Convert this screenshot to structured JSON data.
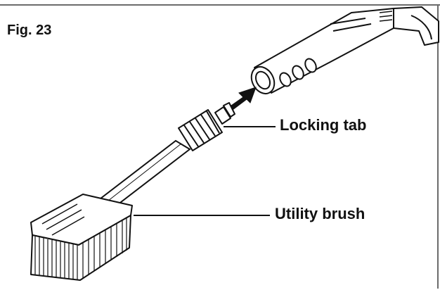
{
  "figure": {
    "label": "Fig. 23"
  },
  "callouts": {
    "locking_tab": "Locking tab",
    "utility_brush": "Utility brush"
  },
  "colors": {
    "ink": "#111111",
    "frame": "#6b6b6b",
    "background": "#ffffff"
  }
}
